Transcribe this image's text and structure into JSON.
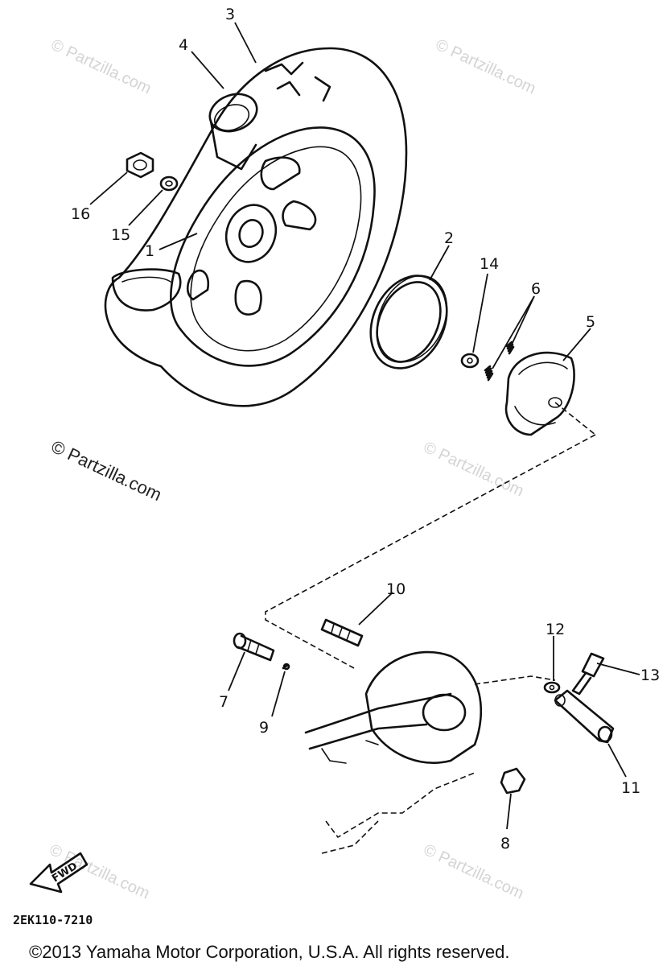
{
  "diagram": {
    "callouts": [
      {
        "id": "p1",
        "label": "1"
      },
      {
        "id": "p2",
        "label": "2"
      },
      {
        "id": "p3",
        "label": "3"
      },
      {
        "id": "p4",
        "label": "4"
      },
      {
        "id": "p5",
        "label": "5"
      },
      {
        "id": "p6",
        "label": "6"
      },
      {
        "id": "p7",
        "label": "7"
      },
      {
        "id": "p8",
        "label": "8"
      },
      {
        "id": "p9",
        "label": "9"
      },
      {
        "id": "p10",
        "label": "10"
      },
      {
        "id": "p11",
        "label": "11"
      },
      {
        "id": "p12",
        "label": "12"
      },
      {
        "id": "p13",
        "label": "13"
      },
      {
        "id": "p14",
        "label": "14"
      },
      {
        "id": "p15",
        "label": "15"
      },
      {
        "id": "p16",
        "label": "16"
      }
    ],
    "fwd_label": "FWD",
    "diagram_code": "2EK110-7210"
  },
  "watermark": {
    "text": "© Partzilla.com"
  },
  "footer": {
    "copyright": "©2013 Yamaha Motor Corporation, U.S.A. All rights reserved."
  }
}
